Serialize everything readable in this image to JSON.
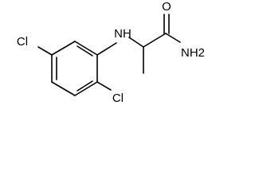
{
  "molecule": {
    "atoms": {
      "cl_left": "Cl",
      "cl_bottom": "Cl",
      "nh": "NH",
      "o": "O",
      "nh2": "NH2"
    }
  }
}
